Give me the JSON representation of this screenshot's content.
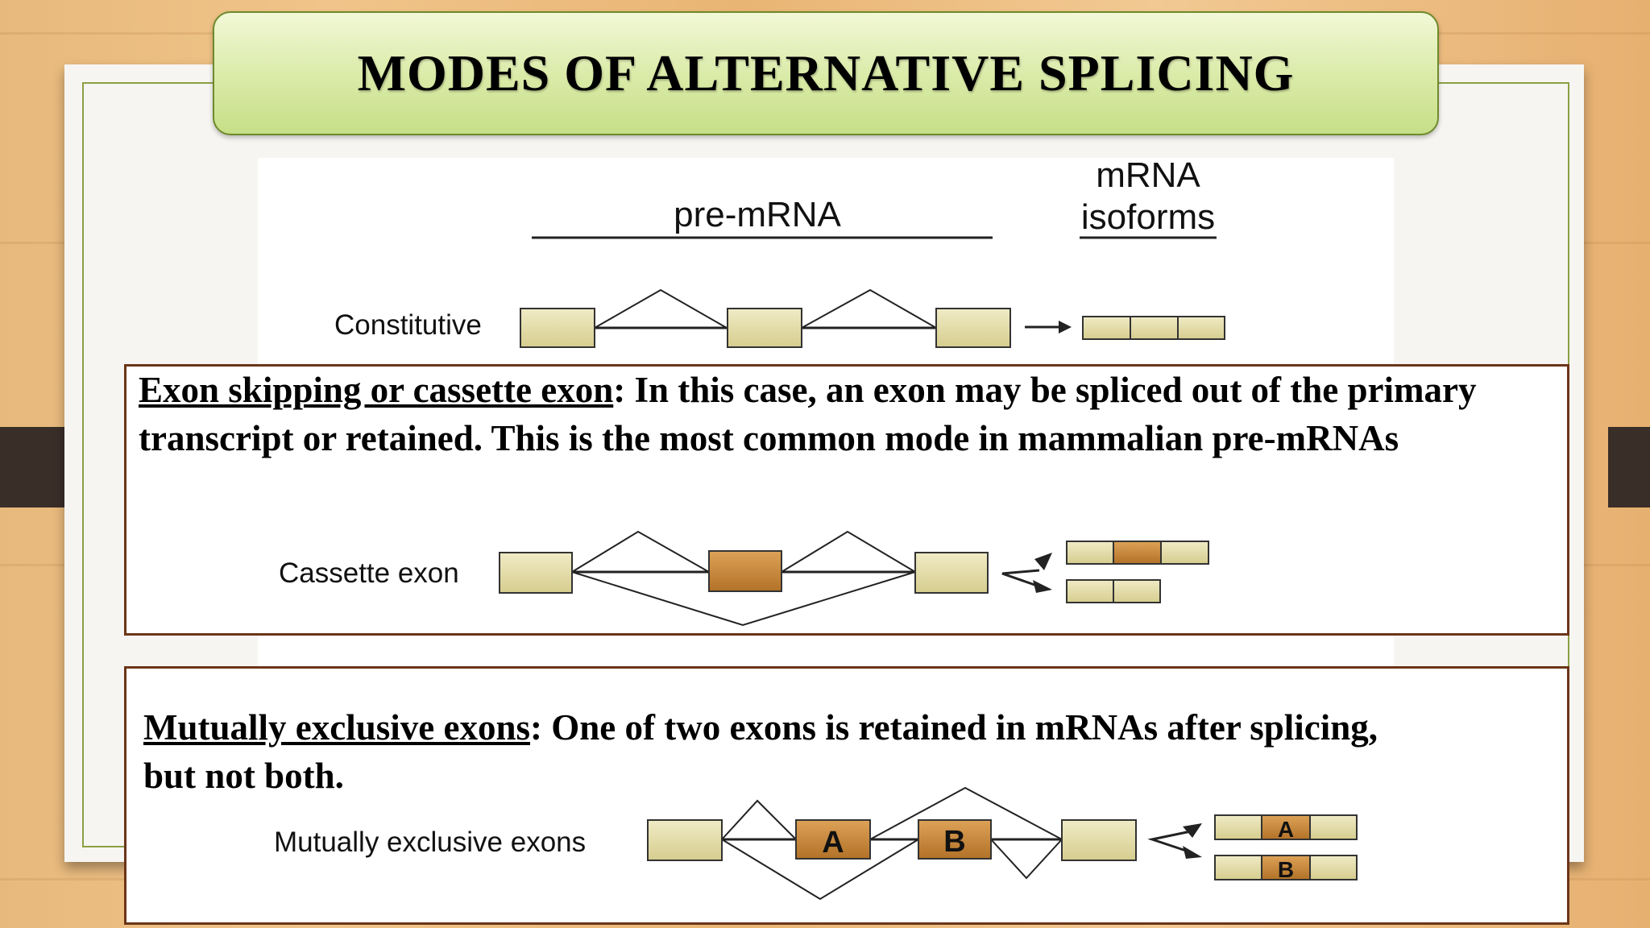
{
  "title": "MODES OF ALTERNATIVE SPLICING",
  "headers": {
    "pre_mrna": "pre-mRNA",
    "isoforms_line1": "mRNA",
    "isoforms_line2": "isoforms"
  },
  "rows": {
    "constitutive": {
      "label": "Constitutive"
    },
    "cassette": {
      "label": "Cassette exon"
    },
    "mutual": {
      "label": "Mutually exclusive exons",
      "exon_a": "A",
      "exon_b": "B"
    }
  },
  "exon_skipping": {
    "term": "Exon skipping or cassette exon",
    "text": ":  In this case, an exon may be spliced out of  the primary transcript or retained. This is the most common mode in mammalian pre-mRNAs"
  },
  "mutually_exclusive": {
    "term": "Mutually exclusive exons",
    "text": ":  One of  two exons is retained in mRNAs after splicing, but not both."
  },
  "colors": {
    "exon_constitutive": "#e6dfac",
    "exon_alternative": "#c8893a",
    "box_border": "#6b3518",
    "banner_border": "#6e8a2c"
  }
}
